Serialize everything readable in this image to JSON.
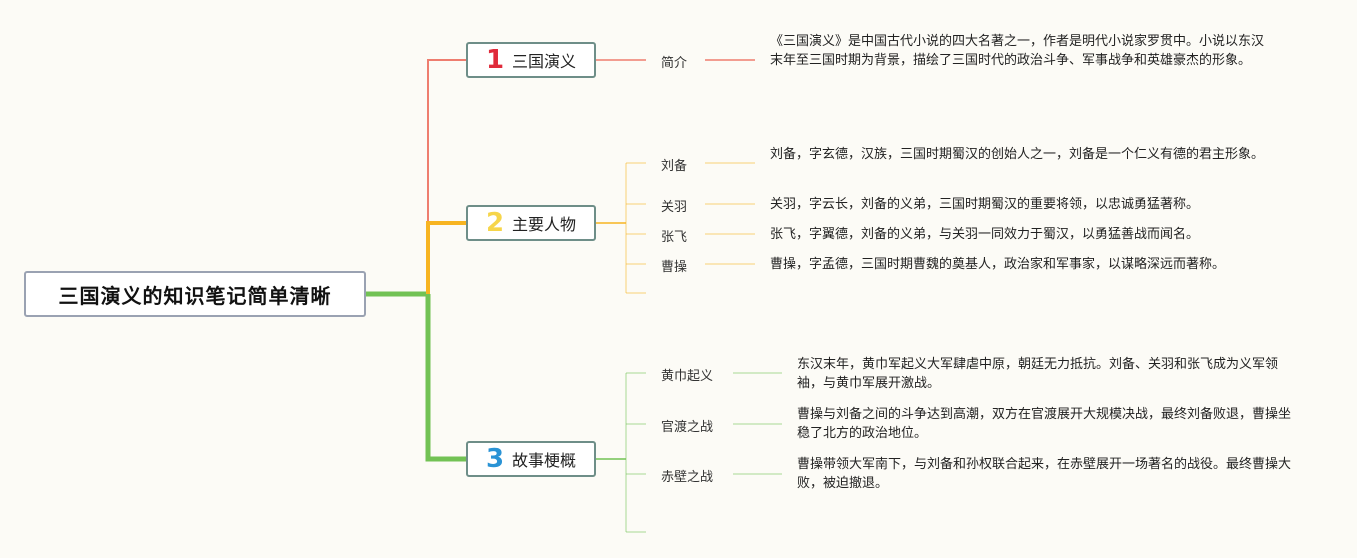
{
  "root": {
    "title": "三国演义的知识笔记简单清晰"
  },
  "colors": {
    "branch1": "#ee7d6f",
    "branch2": "#f7b421",
    "branch3": "#72c254",
    "branch1_num": "#e02b3b",
    "branch2_num": "#f6d54a",
    "branch3_num": "#2a93d5"
  },
  "branches": [
    {
      "num": "1",
      "label": "三国演义",
      "items": [
        {
          "label": "简介",
          "desc": "《三国演义》是中国古代小说的四大名著之一，作者是明代小说家罗贯中。小说以东汉末年至三国时期为背景，描绘了三国时代的政治斗争、军事战争和英雄豪杰的形象。"
        }
      ]
    },
    {
      "num": "2",
      "label": "主要人物",
      "items": [
        {
          "label": "刘备",
          "desc": "刘备，字玄德，汉族，三国时期蜀汉的创始人之一，刘备是一个仁义有德的君主形象。"
        },
        {
          "label": "关羽",
          "desc": "关羽，字云长，刘备的义弟，三国时期蜀汉的重要将领，以忠诚勇猛著称。"
        },
        {
          "label": "张飞",
          "desc": "张飞，字翼德，刘备的义弟，与关羽一同效力于蜀汉，以勇猛善战而闻名。"
        },
        {
          "label": "曹操",
          "desc": "曹操，字孟德，三国时期曹魏的奠基人，政治家和军事家，以谋略深远而著称。"
        }
      ]
    },
    {
      "num": "3",
      "label": "故事梗概",
      "items": [
        {
          "label": "黄巾起义",
          "desc": "东汉末年，黄巾军起义大军肆虐中原，朝廷无力抵抗。刘备、关羽和张飞成为义军领袖，与黄巾军展开激战。"
        },
        {
          "label": "官渡之战",
          "desc": "曹操与刘备之间的斗争达到高潮，双方在官渡展开大规模决战，最终刘备败退，曹操坐稳了北方的政治地位。"
        },
        {
          "label": "赤壁之战",
          "desc": "曹操带领大军南下，与刘备和孙权联合起来，在赤壁展开一场著名的战役。最终曹操大败，被迫撤退。"
        }
      ]
    }
  ]
}
